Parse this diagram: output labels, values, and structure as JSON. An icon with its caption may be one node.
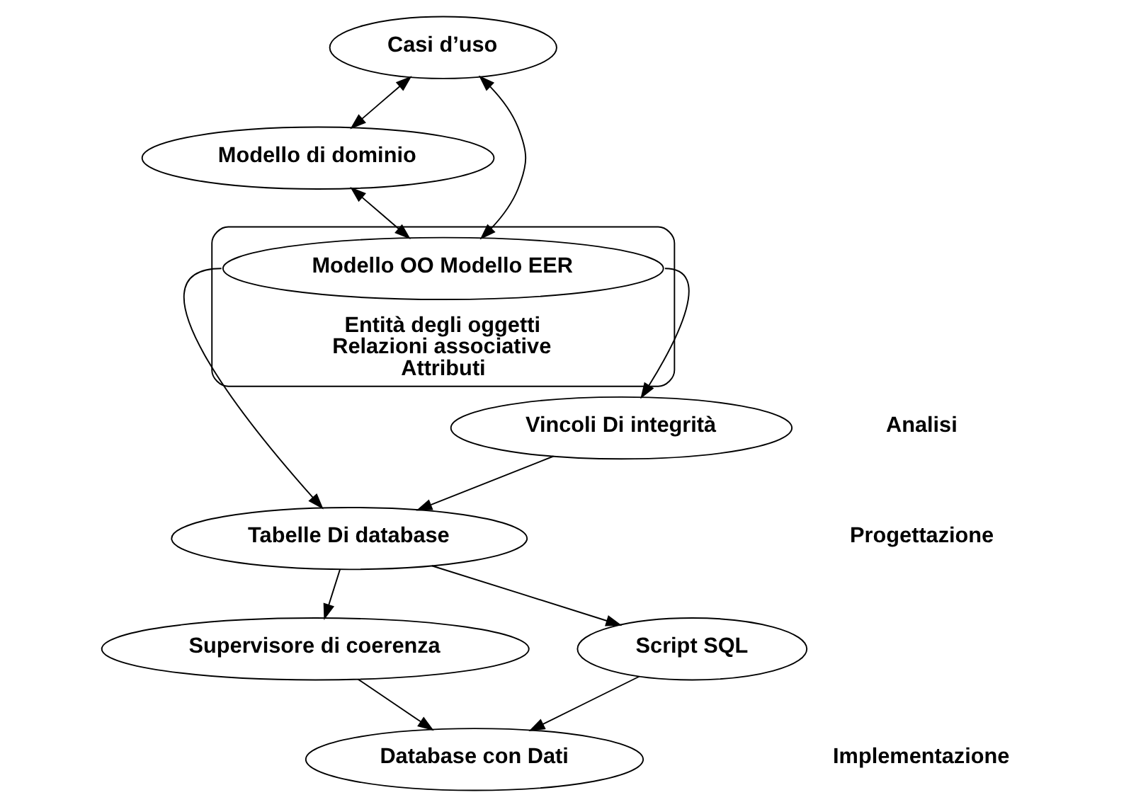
{
  "diagram": {
    "nodes": [
      {
        "text": [
          "Casi d’uso"
        ]
      },
      {
        "text": [
          "Modello di dominio"
        ]
      },
      {
        "text": [
          "Entità degli oggetti",
          "Relazioni associative",
          "Attributi"
        ]
      },
      {
        "text": [
          "Modello OO Modello EER"
        ],
        "in": 2
      },
      {
        "text": [
          "Vincoli Di integrità"
        ]
      },
      {
        "text": [
          "Tabelle Di database"
        ]
      },
      {
        "text": [
          "Script SQL"
        ]
      },
      {
        "text": [
          "Supervisore di coerenza"
        ]
      },
      {
        "text": [
          "Database con Dati"
        ]
      }
    ],
    "edges": [
      {
        "from": 0,
        "to": 1,
        "arrow": "both"
      },
      {
        "from": 0,
        "to": 3,
        "arrow": "both"
      },
      {
        "from": 1,
        "to": 3,
        "arrow": "both"
      },
      {
        "from": 3,
        "to": 5,
        "arrow": "to"
      },
      {
        "from": 3,
        "to": 4,
        "arrow": "to"
      },
      {
        "from": 4,
        "to": 5,
        "arrow": "to"
      },
      {
        "from": 5,
        "to": 6,
        "arrow": "to"
      },
      {
        "from": 5,
        "to": 7,
        "arrow": "to"
      },
      {
        "from": 6,
        "to": 8,
        "arrow": "to"
      },
      {
        "from": 7,
        "to": 8,
        "arrow": "to"
      }
    ],
    "labels": [
      "Analisi",
      "Progettazione",
      "Implementazione"
    ]
  }
}
